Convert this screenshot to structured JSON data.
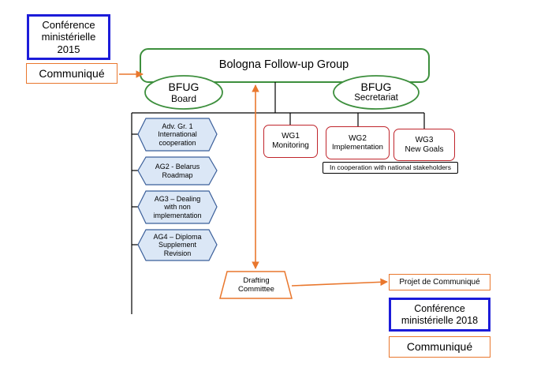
{
  "conference_2015": {
    "line1": "Conférence",
    "line2": "ministérielle",
    "line3": "2015"
  },
  "communique_top": "Communiqué",
  "bfug": {
    "title": "Bologna Follow-up Group"
  },
  "board": {
    "line1": "BFUG",
    "line2": "Board"
  },
  "secretariat": {
    "line1": "BFUG",
    "line2": "Secretariat"
  },
  "advisory_groups": [
    {
      "lines": [
        "Adv. Gr. 1",
        "International",
        "cooperation"
      ]
    },
    {
      "lines": [
        "AG2 - Belarus",
        "Roadmap"
      ]
    },
    {
      "lines": [
        "AG3 – Dealing",
        "with non",
        "implementation"
      ]
    },
    {
      "lines": [
        "AG4 – Diploma",
        "Supplement",
        "Revision"
      ]
    }
  ],
  "working_groups": [
    {
      "line1": "WG1",
      "line2": "Monitoring"
    },
    {
      "line1": "WG2",
      "line2": "Implementation"
    },
    {
      "line1": "WG3",
      "line2": "New Goals"
    }
  ],
  "stakeholders_note": "In cooperation with national stakeholders",
  "drafting": {
    "line1": "Drafting",
    "line2": "Committee"
  },
  "projet": "Projet de Communiqué",
  "conference_2018": {
    "line1": "Conférence",
    "line2": "ministérielle 2018"
  },
  "communique_bottom": "Communiqué",
  "colors": {
    "blue": "#1c1cd9",
    "orange": "#e9772d",
    "green": "#3d8f3d",
    "red": "#c0252c",
    "hex_border": "#3b5f9a",
    "hex_fill": "#dbe7f6"
  }
}
